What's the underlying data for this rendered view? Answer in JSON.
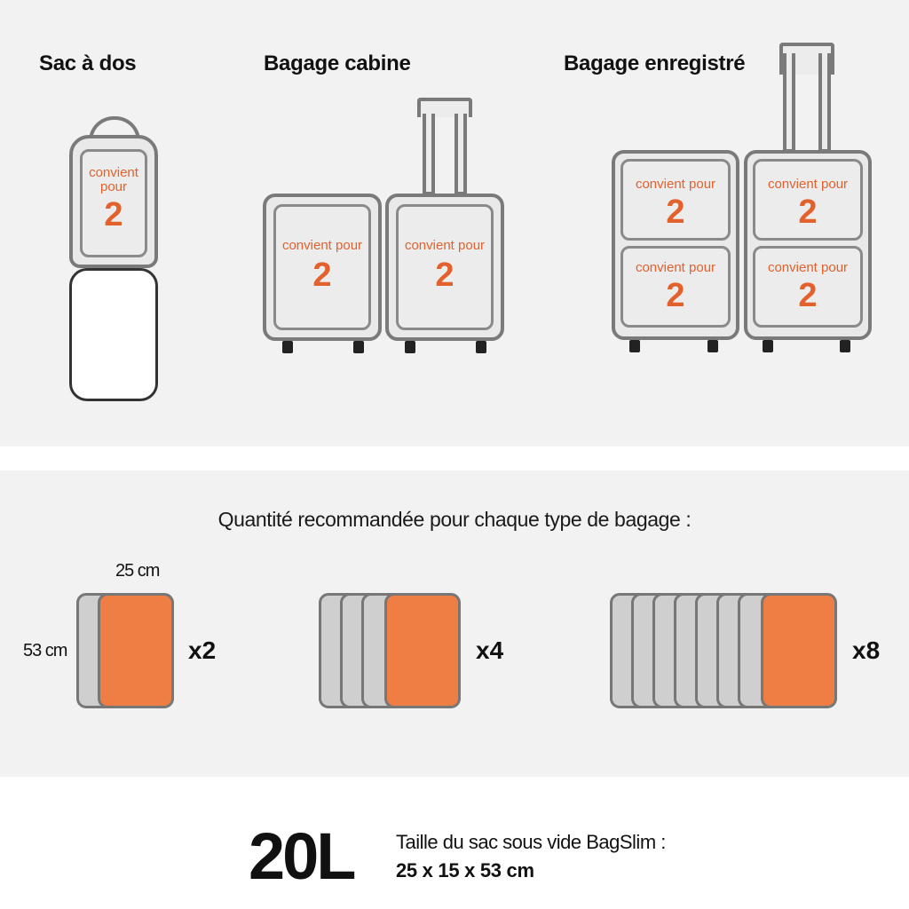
{
  "categories": {
    "backpack": {
      "title": "Sac à dos"
    },
    "cabin": {
      "title": "Bagage cabine"
    },
    "checked": {
      "title": "Bagage enregistré"
    }
  },
  "fits_text": "convient pour",
  "fits_text_line1": "convient",
  "fits_text_line2": "pour",
  "fits_count": "2",
  "recommendation": {
    "heading": "Quantité recommandée pour chaque type de bagage :",
    "width_label": "25 cm",
    "height_label": "53 cm",
    "groups": [
      {
        "multiplier": "x2",
        "count": 2
      },
      {
        "multiplier": "x4",
        "count": 4
      },
      {
        "multiplier": "x8",
        "count": 8
      }
    ]
  },
  "product": {
    "volume": "20L",
    "size_label": "Taille du sac sous vide BagSlim :",
    "size_value": "25 x 15 x 53 cm"
  },
  "colors": {
    "accent": "#e2612c",
    "bag_fill": "#ef7e45",
    "outline": "#7a7a7a"
  }
}
